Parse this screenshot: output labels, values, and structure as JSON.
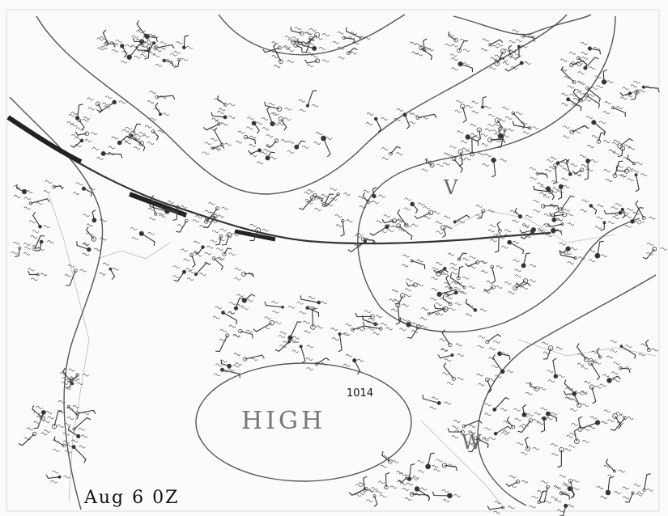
{
  "map": {
    "date_label": "Aug 6 0Z",
    "high_label": "HIGH",
    "isobar_label": "1014",
    "region_labels": [
      "V",
      "W"
    ]
  },
  "colors": {
    "ink": "#222222",
    "pencil": "#888888",
    "paper": "#fbfbfb",
    "front": "#333333"
  }
}
